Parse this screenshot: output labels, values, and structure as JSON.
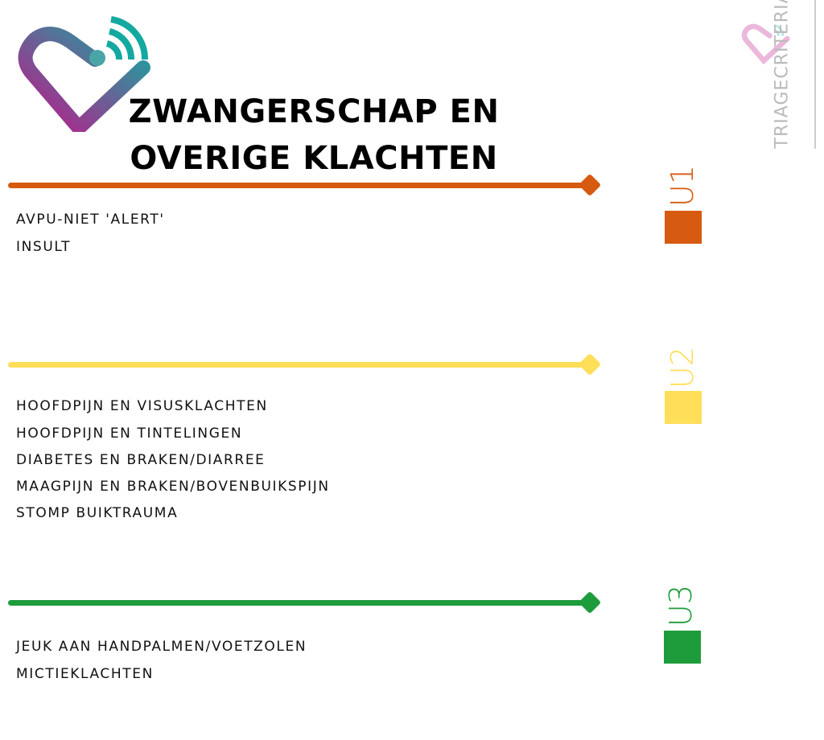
{
  "title_lines": [
    "ZWANGERSCHAP EN",
    "OVERIGE KLACHTEN"
  ],
  "brand": "TRIAGECRITERIA",
  "colors": {
    "u1": "#d65a0f",
    "u2": "#ffde59",
    "u3": "#1e9c3b"
  },
  "sections": [
    {
      "label": "U1",
      "items": [
        "AVPU-NIET 'ALERT'",
        "INSULT"
      ]
    },
    {
      "label": "U2",
      "items": [
        "HOOFDPIJN EN VISUSKLACHTEN",
        "HOOFDPIJN EN TINTELINGEN",
        "DIABETES EN BRAKEN/DIARREE",
        "MAAGPIJN EN BRAKEN/BOVENBUIKSPIJN",
        "STOMP BUIKTRAUMA"
      ]
    },
    {
      "label": "U3",
      "items": [
        "JEUK AAN HANDPALMEN/VOETZOLEN",
        "MICTIEKLACHTEN"
      ]
    }
  ]
}
